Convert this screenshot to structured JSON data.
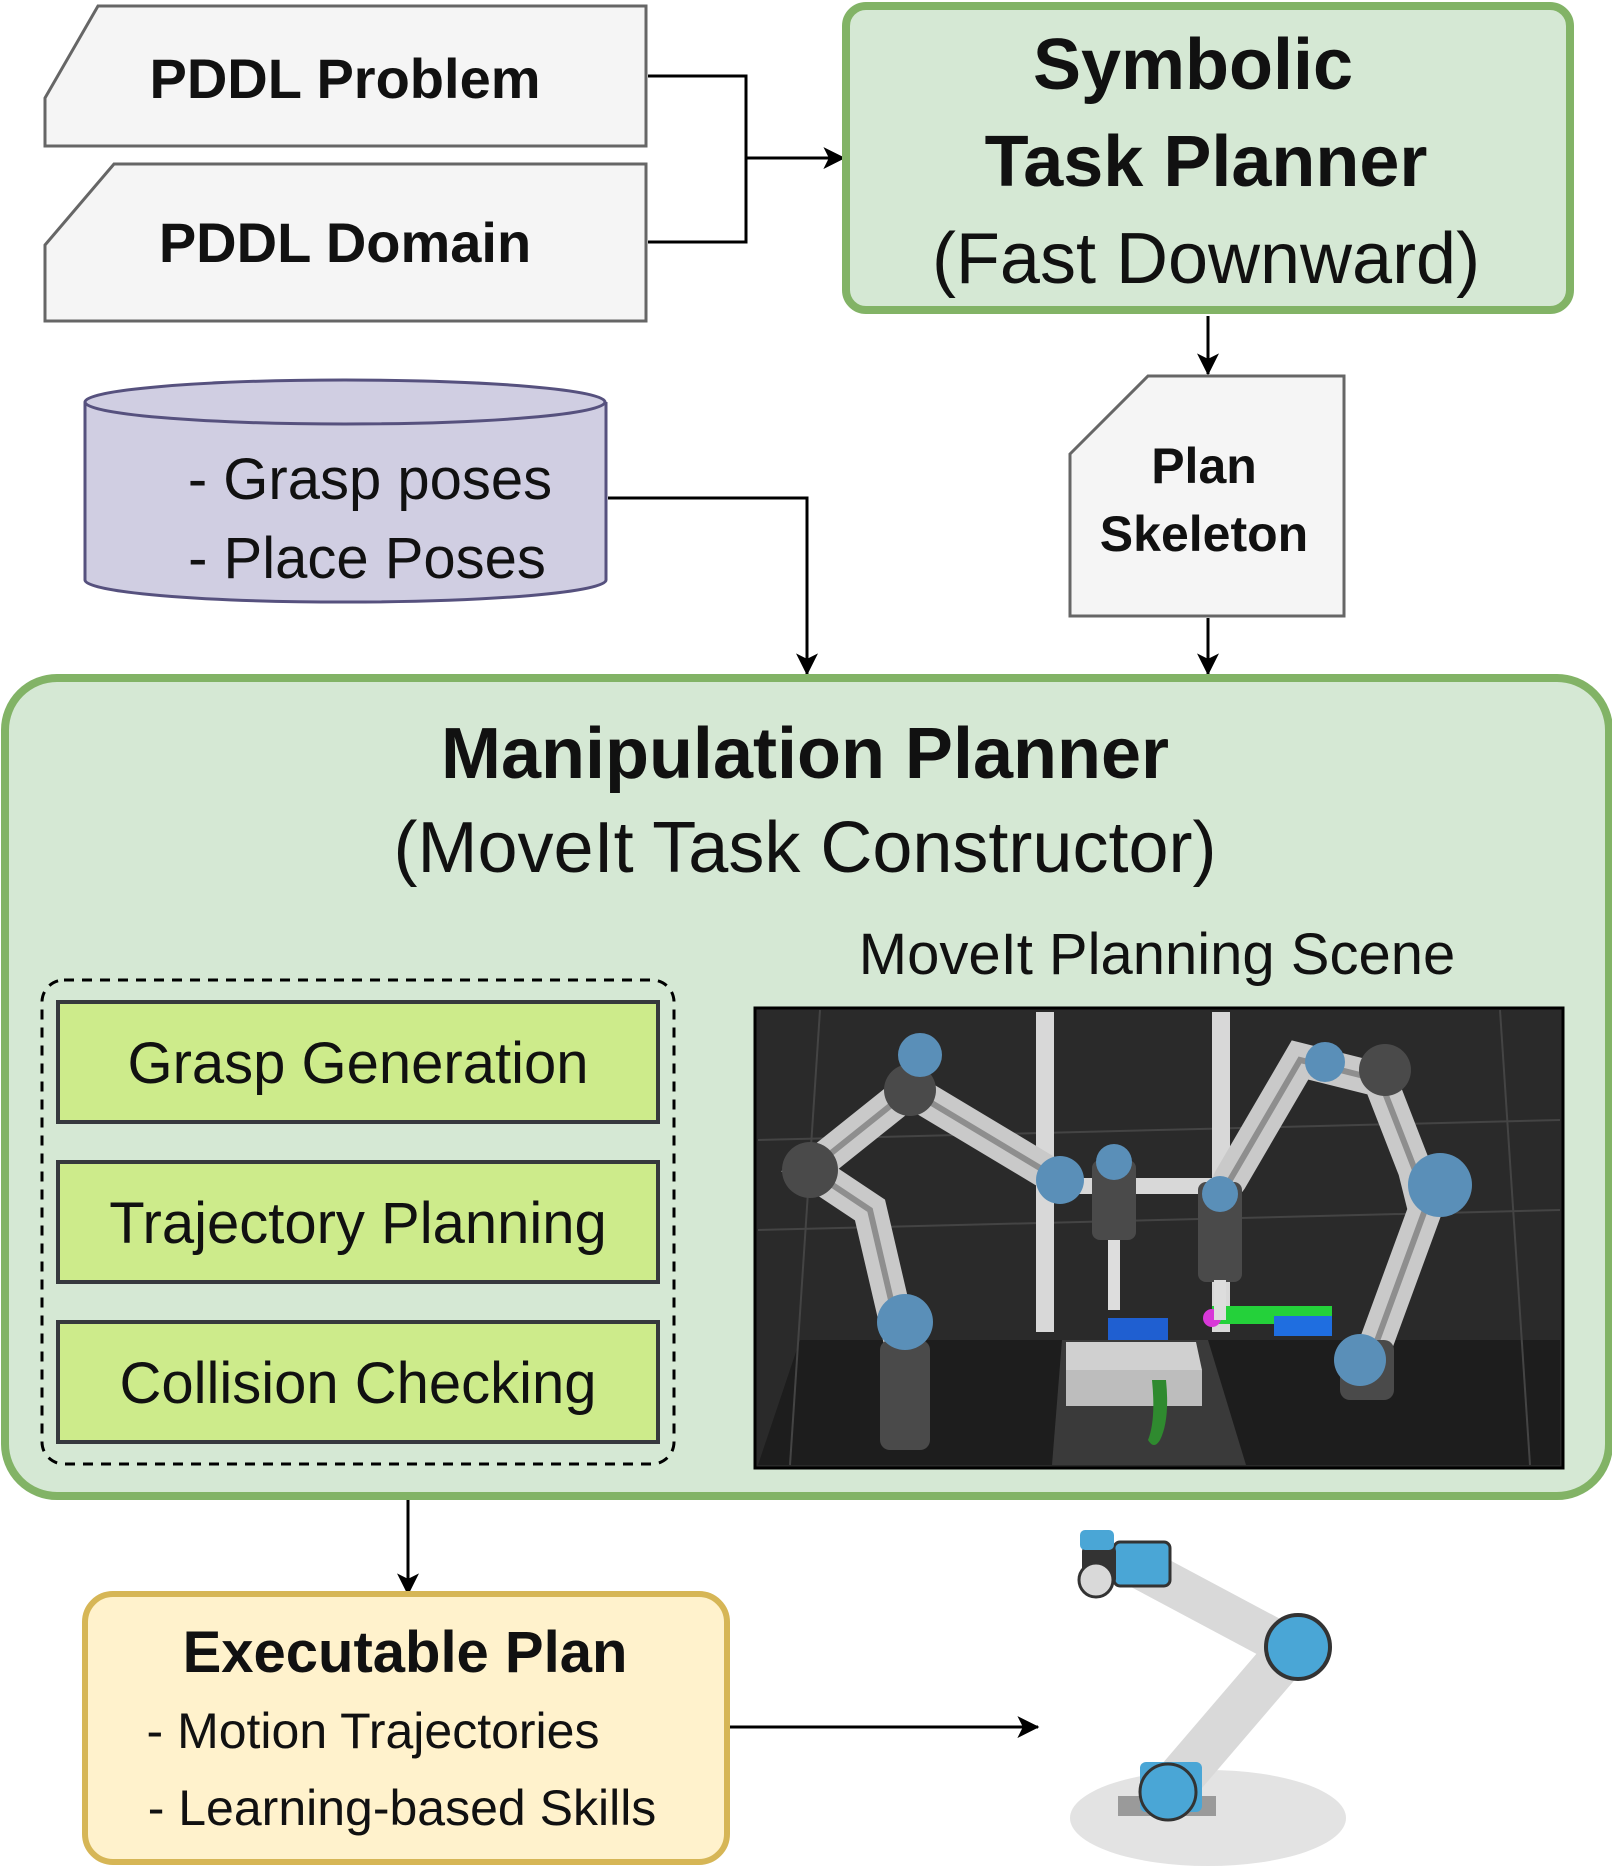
{
  "nodes": {
    "pddl_problem": {
      "label": "PDDL Problem"
    },
    "pddl_domain": {
      "label": "PDDL Domain"
    },
    "task_planner": {
      "title_line1": "Symbolic",
      "title_line2": "Task Planner",
      "subtitle": "(Fast Downward)"
    },
    "pose_database": {
      "line1": "- Grasp poses",
      "line2": "- Place Poses"
    },
    "plan_skeleton": {
      "line1": "Plan",
      "line2": "Skeleton"
    },
    "manipulation_planner": {
      "title": "Manipulation Planner",
      "subtitle": "(MoveIt Task Constructor)",
      "modules": [
        "Grasp Generation",
        "Trajectory Planning",
        "Collision Checking"
      ],
      "scene_label": "MoveIt Planning Scene"
    },
    "executable_plan": {
      "title": "Executable Plan",
      "line1": "- Motion Trajectories",
      "line2": "- Learning-based Skills"
    }
  },
  "colors": {
    "green_fill": "#d5e8d4",
    "green_stroke": "#82b366",
    "lime_fill": "#cdeb8b",
    "doc_fill": "#f5f5f5",
    "doc_stroke": "#666666",
    "db_fill": "#d0cee2",
    "db_stroke": "#56517e",
    "yellow_fill": "#fff2cc",
    "yellow_stroke": "#d6b656",
    "robot_blue": "#5aa9d6",
    "scene_bg": "#2b2b2b"
  }
}
